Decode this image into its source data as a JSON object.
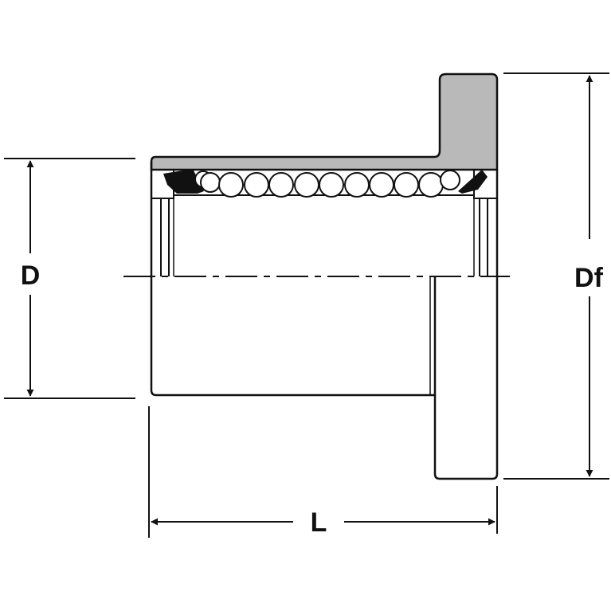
{
  "diagram": {
    "labels": {
      "inner_diameter": "D",
      "flange_diameter": "Df",
      "length": "L"
    },
    "colors": {
      "outline": "#111111",
      "housing_fill": "#b9b9b9",
      "seal_fill": "#111111",
      "ball_fill": "#ffffff",
      "background": "#ffffff"
    }
  }
}
